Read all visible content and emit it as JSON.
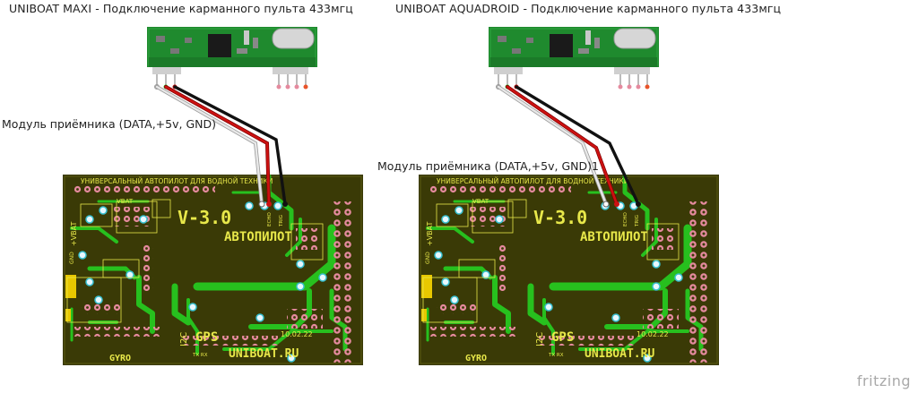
{
  "titles": {
    "left": "UNIBOAT MAXI - Подключение карманного пульта 433мгц",
    "right": "UNIBOAT AQUADROID - Подключение карманного пульта 433мгц"
  },
  "captions": {
    "left": "Модуль приёмника (DATA,+5v, GND)",
    "right": "Модуль приёмника (DATA,+5v, GND)1"
  },
  "board": {
    "header_text": "УНИВЕРСАЛЬНЫЙ АВТОПИЛОТ ДЛЯ ВОДНОЙ ТЕХНИКИ",
    "version": "V-3.0",
    "autopilot": "АВТОПИЛОТ",
    "gps": "GPS",
    "site": "UNIBOAT.RU",
    "date": "10.02.22",
    "gyro": "GYRO",
    "i2c": "I2C",
    "vbat": "VBAT",
    "plus_vbat": "+VBAT",
    "gnd": "GND",
    "tx_rx": "TX RX",
    "echo": "ECHO",
    "trig": "TRIG"
  },
  "watermark": "fritzing",
  "colors": {
    "pcb": "#3a3a06",
    "trace": "#27c01e",
    "silk": "#e8e84a",
    "module": "#1f8a2e",
    "wire_data": "#d8d8d8",
    "wire_5v": "#cc1111",
    "wire_gnd": "#111111"
  }
}
